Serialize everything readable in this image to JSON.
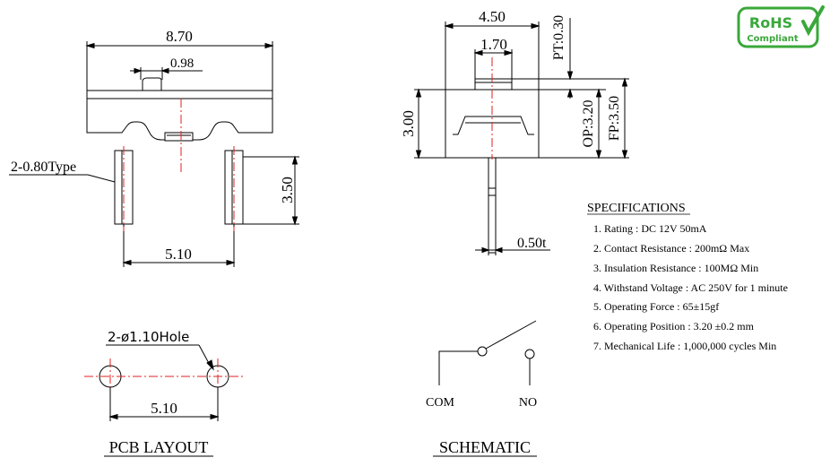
{
  "side_view": {
    "width_dim": "8.70",
    "actuator_dim": "0.98",
    "pin_label": "2-0.80Type",
    "pin_length_dim": "3.50",
    "pin_pitch_dim": "5.10"
  },
  "front_view": {
    "width_dim": "4.50",
    "actuator_width_dim": "1.70",
    "pt_dim": "PT:0.30",
    "height_dim": "3.00",
    "op_dim": "OP:3.20",
    "fp_dim": "FP:3.50",
    "lead_dim": "0.50t"
  },
  "specifications": {
    "heading": "SPECIFICATIONS",
    "items": [
      "1. Rating : DC 12V 50mA",
      "2. Contact Resistance : 200mΩ Max",
      "3. Insulation Resistance : 100MΩ Min",
      "4. Withstand Voltage : AC 250V for 1 minute",
      "5. Operating Force : 65±15gf",
      "6. Operating Position : 3.20 ±0.2 mm",
      "7. Mechanical Life : 1,000,000 cycles Min"
    ]
  },
  "pcb_layout": {
    "hole_label": "2-ø1.10Hole",
    "pitch_dim": "5.10",
    "caption": "PCB LAYOUT"
  },
  "schematic": {
    "com_label": "COM",
    "no_label": "NO",
    "caption": "SCHEMATIC"
  },
  "rohs_badge": {
    "line1": "RoHS",
    "line2": "Compliant",
    "color": "#3aa83a"
  }
}
